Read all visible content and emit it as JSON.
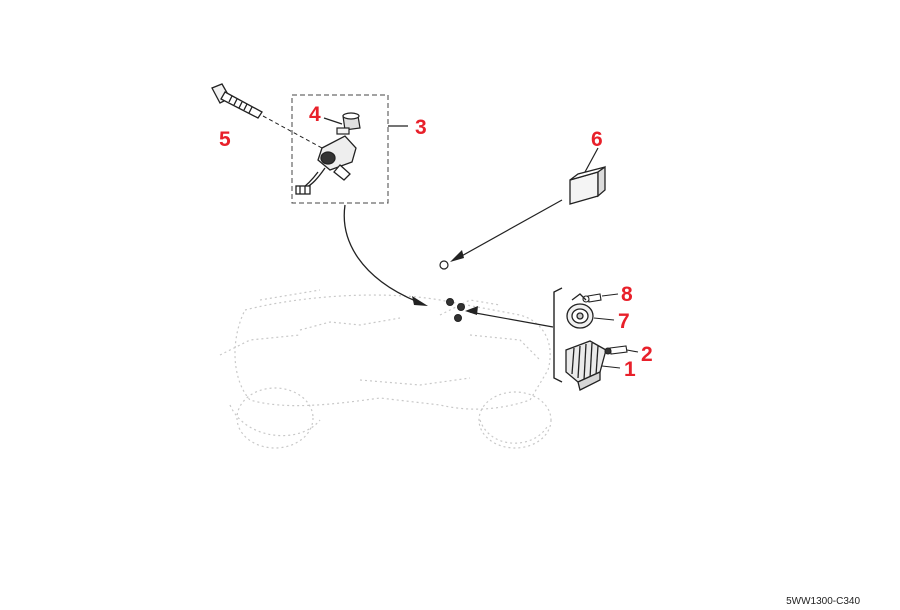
{
  "diagram": {
    "reference_code": "5WW1300-C340",
    "colors": {
      "callout": "#e8202a",
      "line": "#222222",
      "faint": "#c8c8c8"
    },
    "callouts": [
      {
        "id": "1",
        "label": "1"
      },
      {
        "id": "2",
        "label": "2"
      },
      {
        "id": "3",
        "label": "3"
      },
      {
        "id": "4",
        "label": "4"
      },
      {
        "id": "5",
        "label": "5"
      },
      {
        "id": "6",
        "label": "6"
      },
      {
        "id": "7",
        "label": "7"
      },
      {
        "id": "8",
        "label": "8"
      }
    ]
  }
}
